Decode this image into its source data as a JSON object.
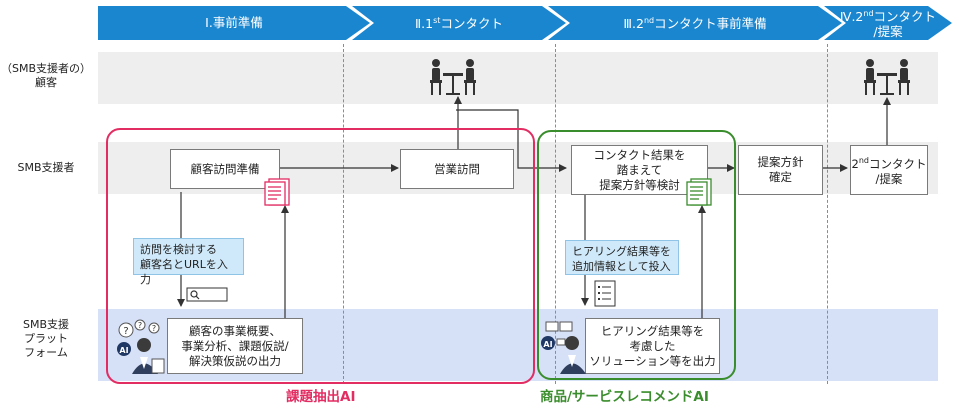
{
  "phases": [
    {
      "text": "Ⅰ.事前準備"
    },
    {
      "prefix": "Ⅱ.1",
      "sup": "st",
      "suffix": "コンタクト"
    },
    {
      "prefix": "Ⅲ.2",
      "sup": "nd",
      "suffix": "コンタクト事前準備"
    },
    {
      "prefix": "Ⅳ.2",
      "sup": "nd",
      "suffix": "コンタクト",
      "line2": "/提案"
    }
  ],
  "lanes": {
    "customer_line1": "（SMB支援者の）",
    "customer_line2": "顧客",
    "supporter": "SMB支援者",
    "platform_line1": "SMB支援",
    "platform_line2": "プラット",
    "platform_line3": "フォーム"
  },
  "boxes": {
    "customer_visit_prep": "顧客訪問準備",
    "sales_visit": "営業訪問",
    "contact_result_1": "コンタクト結果を",
    "contact_result_2": "踏まえて",
    "contact_result_3": "提案方針等検討",
    "proposal_policy_1": "提案方針",
    "proposal_policy_2": "確定",
    "second_contact_num": "2",
    "second_contact_sup": "nd",
    "second_contact_suffix": "コンタクト",
    "second_contact_line2": "/提案",
    "platform_analysis_1": "顧客の事業概要、",
    "platform_analysis_2": "事業分析、課題仮説/",
    "platform_analysis_3": "解決策仮説の出力",
    "platform_solution_1": "ヒアリング結果等を",
    "platform_solution_2": "考慮した",
    "platform_solution_3": "ソリューション等を出力"
  },
  "callouts": {
    "input_name_1": "訪問を検討する",
    "input_name_2": "顧客名とURLを入力",
    "input_hearing_1": "ヒアリング結果等を",
    "input_hearing_2": "追加情報として投入"
  },
  "regions": {
    "issue_ai": "課題抽出AI",
    "recommend_ai": "商品/サービスレコメンドAI"
  },
  "colors": {
    "phase_blue": "#1a86cf",
    "issue_ai_red": "#e22d63",
    "recommend_ai_green": "#3a8d2c",
    "platform_lane": "#d6e0f7",
    "callout_blue": "#cfe9fa"
  },
  "icons": [
    "meeting-table-icon",
    "document-icon",
    "search-bar-icon",
    "checklist-icon",
    "ai-assistant-icon",
    "ai-businessman-icon"
  ]
}
